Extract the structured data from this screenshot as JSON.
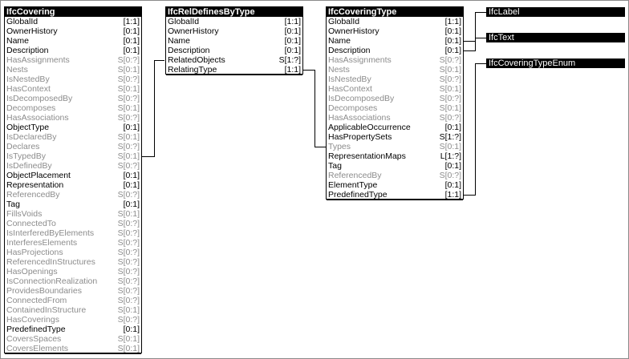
{
  "entities": [
    {
      "title": "IfcCovering",
      "rows": [
        {
          "name": "GlobalId",
          "card": "[1:1]",
          "inverse": false
        },
        {
          "name": "OwnerHistory",
          "card": "[0:1]",
          "inverse": false
        },
        {
          "name": "Name",
          "card": "[0:1]",
          "inverse": false
        },
        {
          "name": "Description",
          "card": "[0:1]",
          "inverse": false
        },
        {
          "name": "HasAssignments",
          "card": "S[0:?]",
          "inverse": true
        },
        {
          "name": "Nests",
          "card": "S[0:1]",
          "inverse": true
        },
        {
          "name": "IsNestedBy",
          "card": "S[0:?]",
          "inverse": true
        },
        {
          "name": "HasContext",
          "card": "S[0:1]",
          "inverse": true
        },
        {
          "name": "IsDecomposedBy",
          "card": "S[0:?]",
          "inverse": true
        },
        {
          "name": "Decomposes",
          "card": "S[0:1]",
          "inverse": true
        },
        {
          "name": "HasAssociations",
          "card": "S[0:?]",
          "inverse": true
        },
        {
          "name": "ObjectType",
          "card": "[0:1]",
          "inverse": false
        },
        {
          "name": "IsDeclaredBy",
          "card": "S[0:1]",
          "inverse": true
        },
        {
          "name": "Declares",
          "card": "S[0:?]",
          "inverse": true
        },
        {
          "name": "IsTypedBy",
          "card": "S[0:1]",
          "inverse": true
        },
        {
          "name": "IsDefinedBy",
          "card": "S[0:?]",
          "inverse": true
        },
        {
          "name": "ObjectPlacement",
          "card": "[0:1]",
          "inverse": false
        },
        {
          "name": "Representation",
          "card": "[0:1]",
          "inverse": false
        },
        {
          "name": "ReferencedBy",
          "card": "S[0:?]",
          "inverse": true
        },
        {
          "name": "Tag",
          "card": "[0:1]",
          "inverse": false
        },
        {
          "name": "FillsVoids",
          "card": "S[0:1]",
          "inverse": true
        },
        {
          "name": "ConnectedTo",
          "card": "S[0:?]",
          "inverse": true
        },
        {
          "name": "IsInterferedByElements",
          "card": "S[0:?]",
          "inverse": true
        },
        {
          "name": "InterferesElements",
          "card": "S[0:?]",
          "inverse": true
        },
        {
          "name": "HasProjections",
          "card": "S[0:?]",
          "inverse": true
        },
        {
          "name": "ReferencedInStructures",
          "card": "S[0:?]",
          "inverse": true
        },
        {
          "name": "HasOpenings",
          "card": "S[0:?]",
          "inverse": true
        },
        {
          "name": "IsConnectionRealization",
          "card": "S[0:?]",
          "inverse": true
        },
        {
          "name": "ProvidesBoundaries",
          "card": "S[0:?]",
          "inverse": true
        },
        {
          "name": "ConnectedFrom",
          "card": "S[0:?]",
          "inverse": true
        },
        {
          "name": "ContainedInStructure",
          "card": "S[0:1]",
          "inverse": true
        },
        {
          "name": "HasCoverings",
          "card": "S[0:?]",
          "inverse": true
        },
        {
          "name": "PredefinedType",
          "card": "[0:1]",
          "inverse": false
        },
        {
          "name": "CoversSpaces",
          "card": "S[0:1]",
          "inverse": true
        },
        {
          "name": "CoversElements",
          "card": "S[0:1]",
          "inverse": true
        }
      ]
    },
    {
      "title": "IfcRelDefinesByType",
      "rows": [
        {
          "name": "GlobalId",
          "card": "[1:1]",
          "inverse": false
        },
        {
          "name": "OwnerHistory",
          "card": "[0:1]",
          "inverse": false
        },
        {
          "name": "Name",
          "card": "[0:1]",
          "inverse": false
        },
        {
          "name": "Description",
          "card": "[0:1]",
          "inverse": false
        },
        {
          "name": "RelatedObjects",
          "card": "S[1:?]",
          "inverse": false
        },
        {
          "name": "RelatingType",
          "card": "[1:1]",
          "inverse": false
        }
      ]
    },
    {
      "title": "IfcCoveringType",
      "rows": [
        {
          "name": "GlobalId",
          "card": "[1:1]",
          "inverse": false
        },
        {
          "name": "OwnerHistory",
          "card": "[0:1]",
          "inverse": false
        },
        {
          "name": "Name",
          "card": "[0:1]",
          "inverse": false
        },
        {
          "name": "Description",
          "card": "[0:1]",
          "inverse": false
        },
        {
          "name": "HasAssignments",
          "card": "S[0:?]",
          "inverse": true
        },
        {
          "name": "Nests",
          "card": "S[0:1]",
          "inverse": true
        },
        {
          "name": "IsNestedBy",
          "card": "S[0:?]",
          "inverse": true
        },
        {
          "name": "HasContext",
          "card": "S[0:1]",
          "inverse": true
        },
        {
          "name": "IsDecomposedBy",
          "card": "S[0:?]",
          "inverse": true
        },
        {
          "name": "Decomposes",
          "card": "S[0:1]",
          "inverse": true
        },
        {
          "name": "HasAssociations",
          "card": "S[0:?]",
          "inverse": true
        },
        {
          "name": "ApplicableOccurrence",
          "card": "[0:1]",
          "inverse": false
        },
        {
          "name": "HasPropertySets",
          "card": "S[1:?]",
          "inverse": false
        },
        {
          "name": "Types",
          "card": "S[0:1]",
          "inverse": true
        },
        {
          "name": "RepresentationMaps",
          "card": "L[1:?]",
          "inverse": false
        },
        {
          "name": "Tag",
          "card": "[0:1]",
          "inverse": false
        },
        {
          "name": "ReferencedBy",
          "card": "S[0:?]",
          "inverse": true
        },
        {
          "name": "ElementType",
          "card": "[0:1]",
          "inverse": false
        },
        {
          "name": "PredefinedType",
          "card": "[1:1]",
          "inverse": false
        }
      ]
    }
  ],
  "types": {
    "label": "IfcLabel",
    "text": "IfcText",
    "enum": "IfcCoveringTypeEnum"
  }
}
